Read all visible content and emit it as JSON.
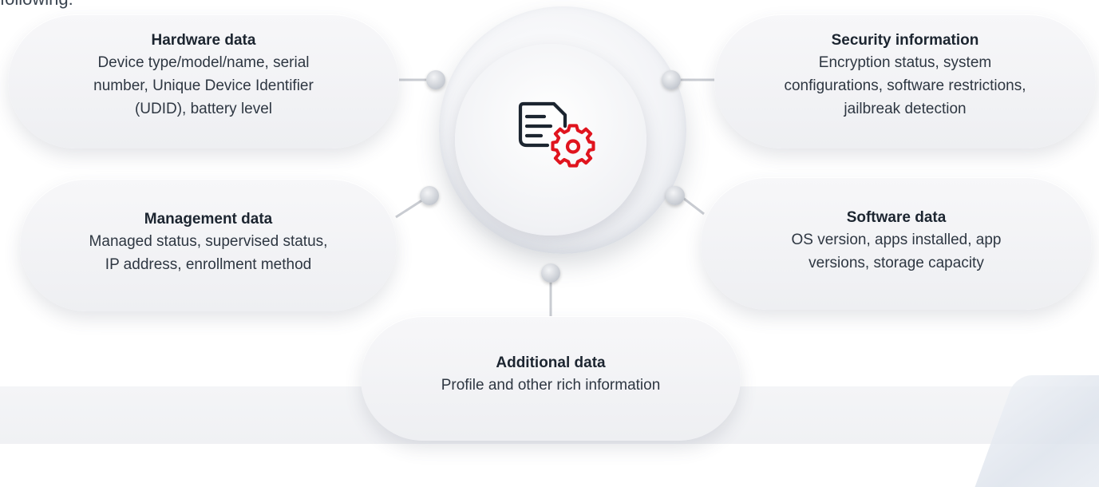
{
  "intro": {
    "text": "following:"
  },
  "hub": {
    "icon": "document-settings-icon"
  },
  "cards": {
    "hardware": {
      "title": "Hardware data",
      "lines": [
        "Device type/model/name, serial",
        "number, Unique Device Identifier",
        "(UDID), battery level"
      ]
    },
    "management": {
      "title": "Management data",
      "lines": [
        "Managed status, supervised status,",
        "IP address, enrollment method"
      ]
    },
    "security": {
      "title": "Security information",
      "lines": [
        "Encryption status, system",
        "configurations, software restrictions,",
        "jailbreak detection"
      ]
    },
    "software": {
      "title": "Software data",
      "lines": [
        "OS version, apps installed, app",
        "versions, storage capacity"
      ]
    },
    "additional": {
      "title": "Additional data",
      "lines": [
        "Profile and other rich information"
      ]
    }
  },
  "colors": {
    "icon_dark": "#1c2530",
    "icon_accent": "#e0141e"
  }
}
